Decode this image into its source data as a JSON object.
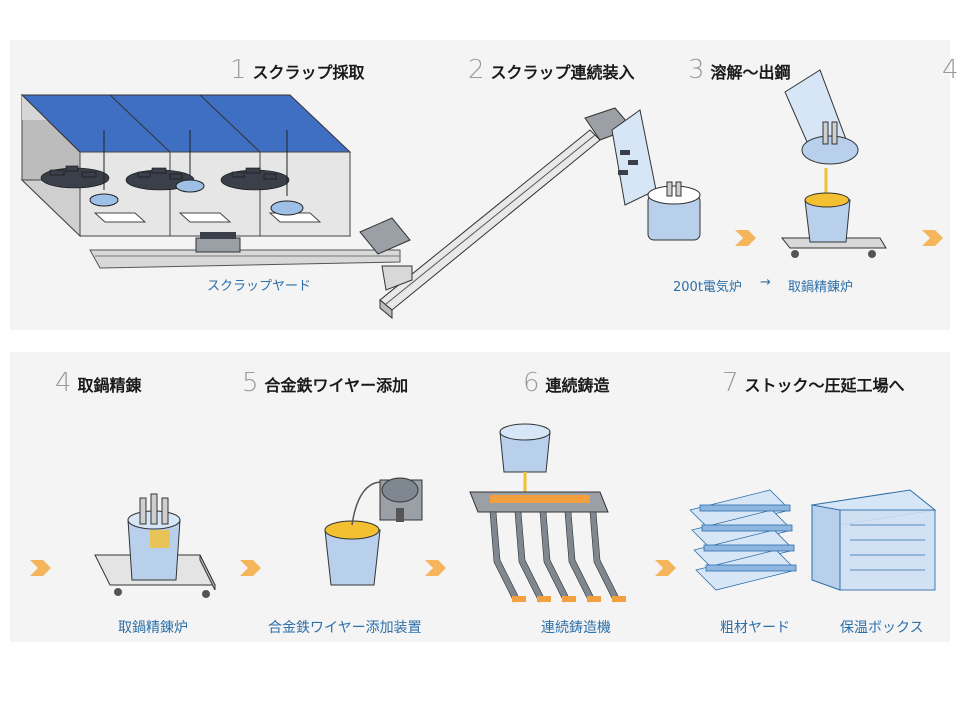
{
  "steps": [
    {
      "num": "1",
      "label": "スクラップ採取"
    },
    {
      "num": "2",
      "label": "スクラップ連続装入"
    },
    {
      "num": "3",
      "label": "溶解〜出鋼"
    },
    {
      "num": "4",
      "label": "取鍋精錬"
    },
    {
      "num": "5",
      "label": "合金鉄ワイヤー添加"
    },
    {
      "num": "6",
      "label": "連続鋳造"
    },
    {
      "num": "7",
      "label": "ストック〜圧延工場へ"
    }
  ],
  "partial_next_num": "4",
  "captions": {
    "scrap_yard": "スクラップヤード",
    "electric_furnace": "200t電気炉",
    "arrow": "→",
    "ladle_furnace_top": "取鍋精錬炉",
    "ladle_furnace": "取鍋精錬炉",
    "wire_feeder": "合金鉄ワイヤー添加装置",
    "caster": "連続鋳造機",
    "billet_yard": "粗材ヤード",
    "insulated_box": "保温ボックス"
  },
  "colors": {
    "panel_bg": "#f4f4f4",
    "roof_blue": "#3f6fc2",
    "caption_blue": "#2d6fa8",
    "flow_arrow": "#f5b55c",
    "molten": "#f2c030",
    "equipment_gray": "#9aa0a6",
    "steel_blue": "#8fb6e0"
  }
}
